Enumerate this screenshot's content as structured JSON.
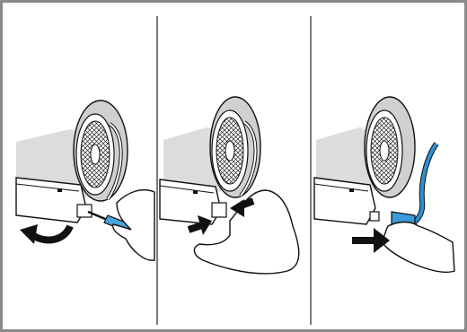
{
  "figure": {
    "panel_count": 3,
    "panels": [
      {
        "step": 1,
        "illustration": "screwdriver-releasing-clip",
        "arrow": "curved-arrow-left",
        "tool_color": "#4aa3df"
      },
      {
        "step": 2,
        "illustration": "hand-squeezing-clips",
        "arrow": "opposing-arrows"
      },
      {
        "step": 3,
        "illustration": "hand-pulling-connector",
        "arrow": "straight-arrow-right",
        "cable_color": "#2f8fd1"
      }
    ],
    "colors": {
      "frame": "#8a8a8a",
      "divider": "#222222",
      "appliance_shade": "#dcdcdc",
      "fan_shade": "#cfcfcf",
      "arrow": "#111111",
      "accent_blue": "#3b9ad9"
    }
  }
}
